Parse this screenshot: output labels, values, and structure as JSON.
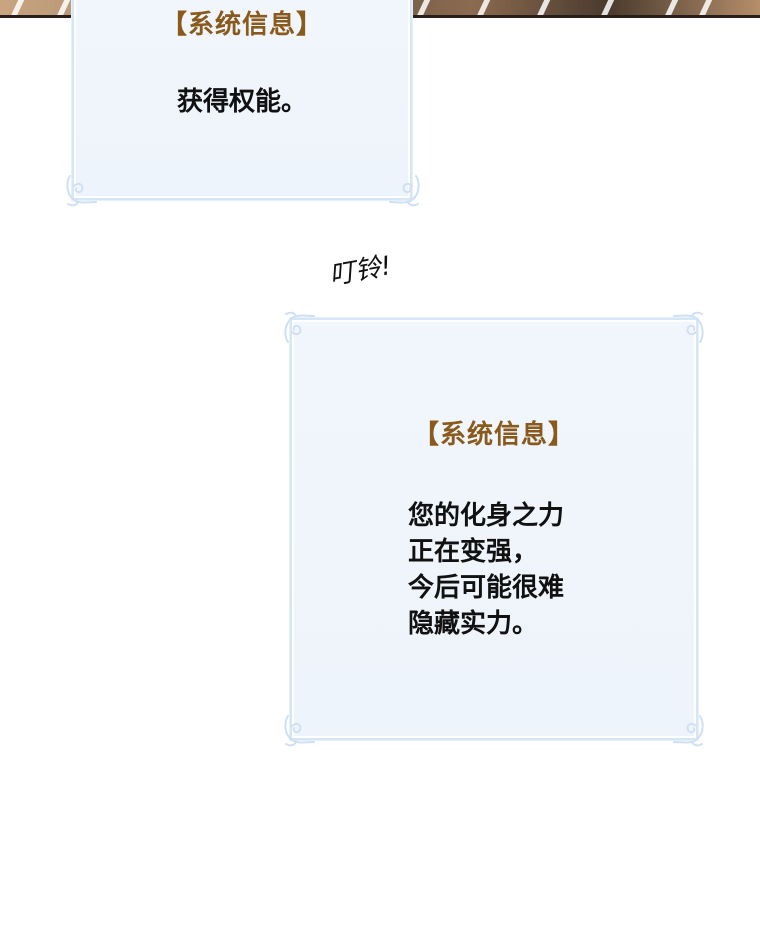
{
  "panels": [
    {
      "header_open": "【",
      "header_title": "系统信息",
      "header_close": "】",
      "lines": [
        "获得权能。"
      ]
    },
    {
      "header_open": "【",
      "header_title": "系统信息",
      "header_close": "】",
      "lines": [
        "您的化身之力",
        "正在变强，",
        "今后可能很难",
        "隐藏实力。"
      ]
    }
  ],
  "sound_effect": "叮铃!",
  "colors": {
    "header": "#8a5a1c",
    "panel_bg": "#eef4fb",
    "panel_border": "#d7e6f7",
    "text": "#111111"
  }
}
